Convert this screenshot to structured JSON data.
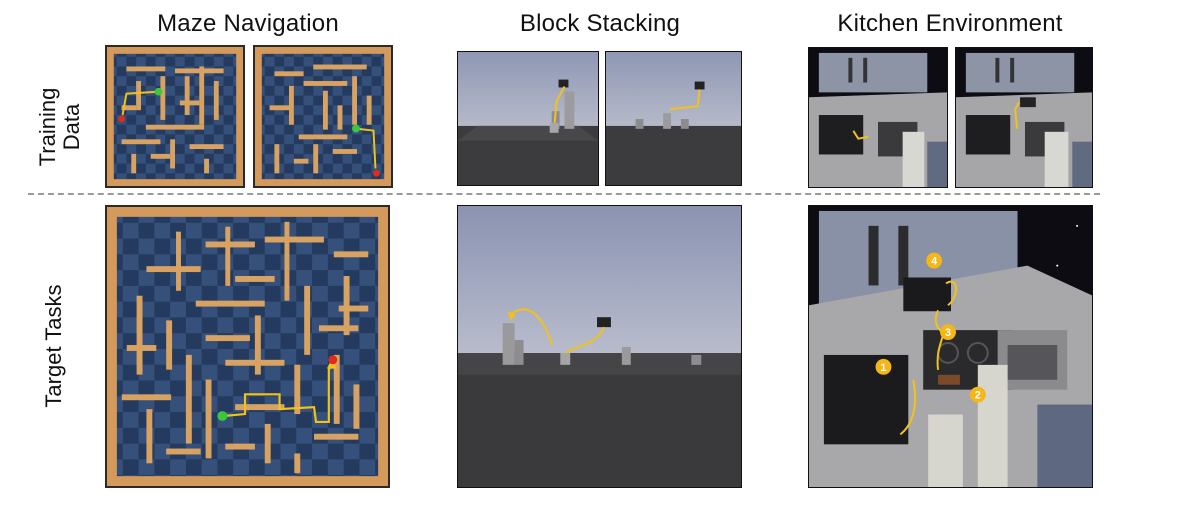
{
  "columns": {
    "maze": "Maze Navigation",
    "block": "Block Stacking",
    "kitchen": "Kitchen Environment"
  },
  "rows": {
    "training_line1": "Training",
    "training_line2": "Data",
    "target": "Target Tasks"
  },
  "kitchen_steps": [
    "1",
    "2",
    "3",
    "4"
  ],
  "colors": {
    "maze_wall": "#d8a262",
    "maze_floor_dark": "#243a5e",
    "maze_floor_light": "#35507a",
    "trajectory": "#f2c21a",
    "start_marker": "#39c93a",
    "goal_marker": "#e02a1a",
    "sky_top": "#8f97b4",
    "table_gray": "#3c3c3e",
    "step_badge": "#f5b616"
  }
}
